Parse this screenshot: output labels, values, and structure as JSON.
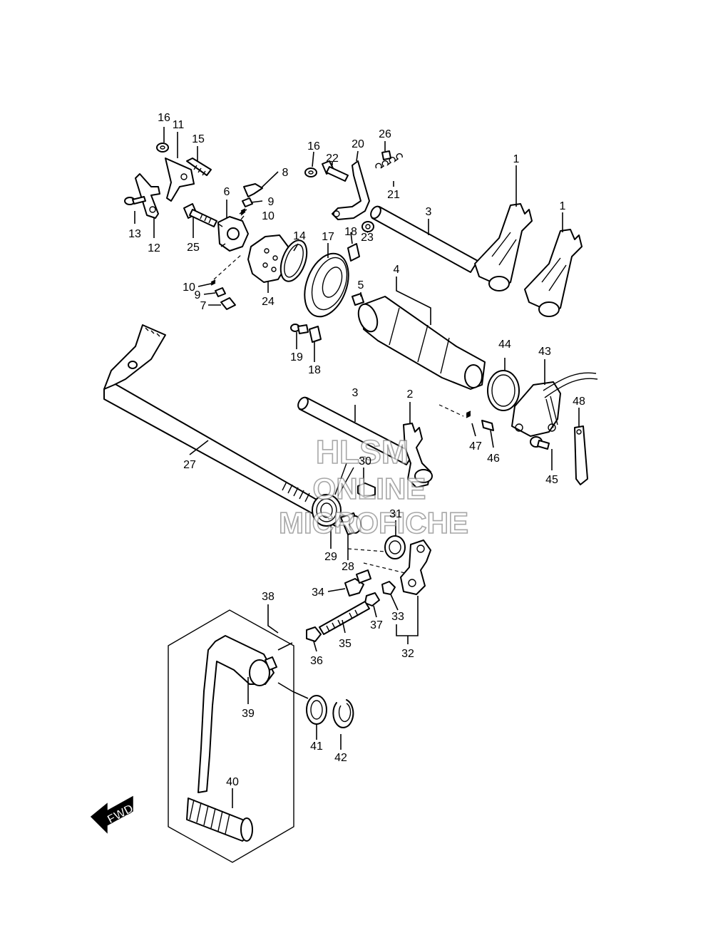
{
  "callouts": [
    {
      "id": "16a",
      "label": "16"
    },
    {
      "id": "11",
      "label": "11"
    },
    {
      "id": "15",
      "label": "15"
    },
    {
      "id": "13",
      "label": "13"
    },
    {
      "id": "12",
      "label": "12"
    },
    {
      "id": "6",
      "label": "6"
    },
    {
      "id": "8",
      "label": "8"
    },
    {
      "id": "9a",
      "label": "9"
    },
    {
      "id": "10a",
      "label": "10"
    },
    {
      "id": "25",
      "label": "25"
    },
    {
      "id": "10b",
      "label": "10"
    },
    {
      "id": "9b",
      "label": "9"
    },
    {
      "id": "7",
      "label": "7"
    },
    {
      "id": "24",
      "label": "24"
    },
    {
      "id": "14",
      "label": "14"
    },
    {
      "id": "17",
      "label": "17"
    },
    {
      "id": "16b",
      "label": "16"
    },
    {
      "id": "22",
      "label": "22"
    },
    {
      "id": "20",
      "label": "20"
    },
    {
      "id": "26",
      "label": "26"
    },
    {
      "id": "21",
      "label": "21"
    },
    {
      "id": "18a",
      "label": "18"
    },
    {
      "id": "23",
      "label": "23"
    },
    {
      "id": "3a",
      "label": "3"
    },
    {
      "id": "1a",
      "label": "1"
    },
    {
      "id": "1b",
      "label": "1"
    },
    {
      "id": "4",
      "label": "4"
    },
    {
      "id": "5",
      "label": "5"
    },
    {
      "id": "19",
      "label": "19"
    },
    {
      "id": "18b",
      "label": "18"
    },
    {
      "id": "44",
      "label": "44"
    },
    {
      "id": "43",
      "label": "43"
    },
    {
      "id": "48",
      "label": "48"
    },
    {
      "id": "3b",
      "label": "3"
    },
    {
      "id": "2",
      "label": "2"
    },
    {
      "id": "47",
      "label": "47"
    },
    {
      "id": "46",
      "label": "46"
    },
    {
      "id": "45",
      "label": "45"
    },
    {
      "id": "27",
      "label": "27"
    },
    {
      "id": "30",
      "label": "30"
    },
    {
      "id": "31",
      "label": "31"
    },
    {
      "id": "29",
      "label": "29"
    },
    {
      "id": "28",
      "label": "28"
    },
    {
      "id": "34",
      "label": "34"
    },
    {
      "id": "33",
      "label": "33"
    },
    {
      "id": "37",
      "label": "37"
    },
    {
      "id": "38",
      "label": "38"
    },
    {
      "id": "35",
      "label": "35"
    },
    {
      "id": "36",
      "label": "36"
    },
    {
      "id": "32",
      "label": "32"
    },
    {
      "id": "39",
      "label": "39"
    },
    {
      "id": "41",
      "label": "41"
    },
    {
      "id": "42",
      "label": "42"
    },
    {
      "id": "40",
      "label": "40"
    }
  ],
  "watermark": {
    "line1": "HLSM",
    "line2": "ONLINE",
    "line3": "MICROFICHE"
  },
  "fwd_label": "FWD"
}
